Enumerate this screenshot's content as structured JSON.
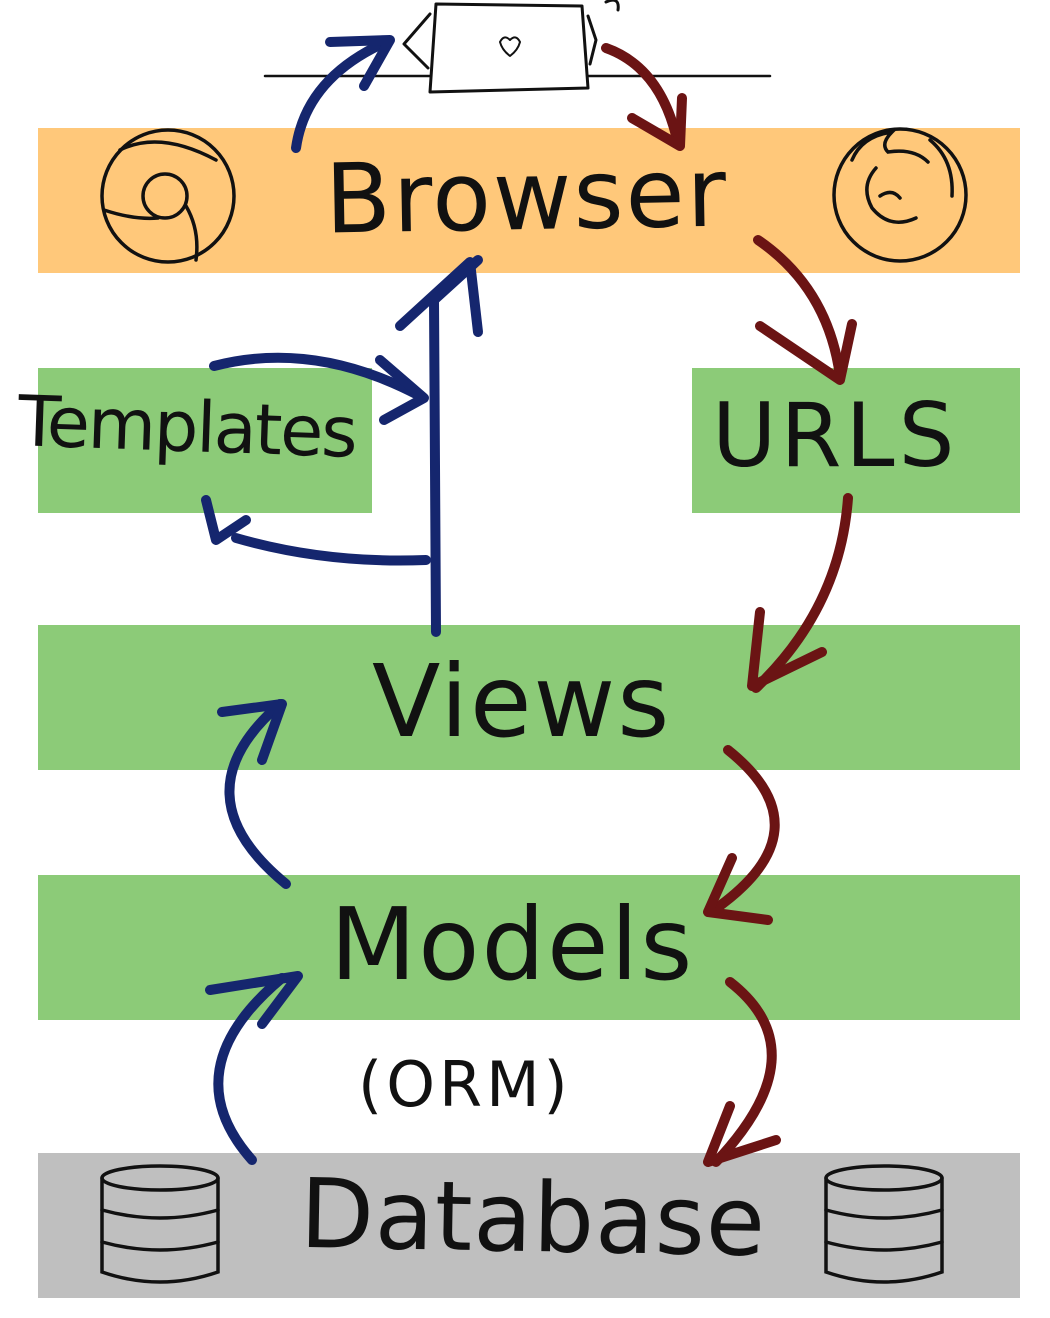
{
  "diagram": {
    "labels": {
      "browser": "Browser",
      "templates": "Templates",
      "urls": "URLS",
      "views": "Views",
      "models": "Models",
      "orm": "(ORM)",
      "database": "Database"
    },
    "colors": {
      "browser_band": "#ffc87a",
      "component_band": "#8ccb78",
      "database_band": "#bfbfbf",
      "request_arrow": "#6b1414",
      "response_arrow": "#15266e"
    },
    "icons": [
      "laptop-icon",
      "chrome-icon",
      "firefox-icon",
      "database-icon"
    ]
  }
}
